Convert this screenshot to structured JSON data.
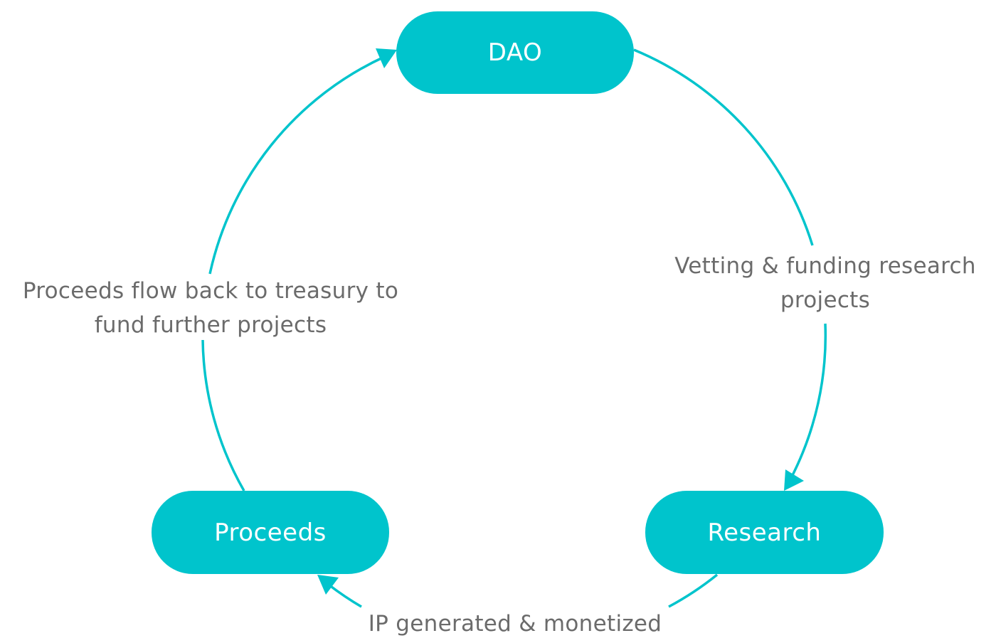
{
  "colors": {
    "accent": "#00C4CC",
    "label_text": "#6b6b6b",
    "node_text": "#ffffff"
  },
  "nodes": {
    "dao": "DAO",
    "research": "Research",
    "proceeds": "Proceeds"
  },
  "edges": {
    "dao_to_research": "Vetting & funding research projects",
    "research_to_proceeds": "IP generated & monetized",
    "proceeds_to_dao": "Proceeds flow back to treasury to fund further projects"
  }
}
